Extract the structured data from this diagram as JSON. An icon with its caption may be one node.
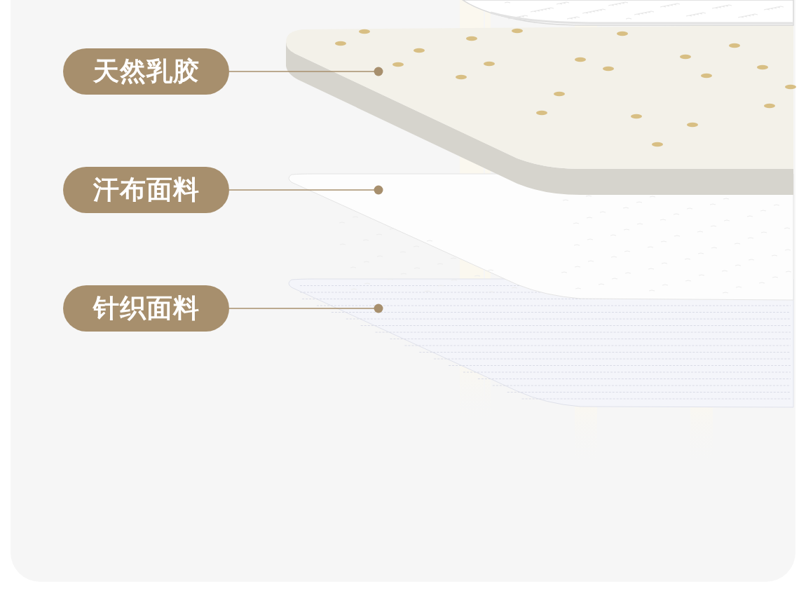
{
  "diagram": {
    "nodes": [
      {
        "text": [
          "天然乳胶"
        ]
      },
      {
        "text": [
          "汗布面料"
        ]
      },
      {
        "text": [
          "针织面料"
        ]
      },
      {
        "text": [],
        "shape": "picture"
      },
      {
        "text": [],
        "shape": "picture"
      },
      {
        "text": [],
        "shape": "picture"
      },
      {
        "text": [],
        "shape": "picture"
      }
    ],
    "edges": [
      {
        "from": 0,
        "to": 4,
        "arrow": "other"
      },
      {
        "from": 1,
        "to": 5,
        "arrow": "other"
      },
      {
        "from": 2,
        "to": 6,
        "arrow": "other"
      }
    ]
  }
}
